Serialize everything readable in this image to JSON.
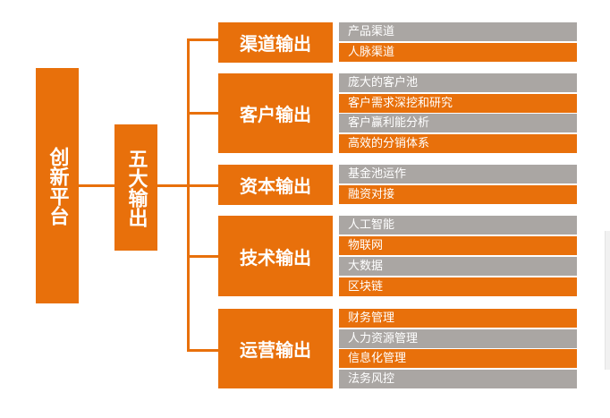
{
  "root": {
    "label": "创新平台"
  },
  "hub": {
    "label": "五大输出"
  },
  "colors": {
    "accent": "#e8700b",
    "muted": "#aaa6a3",
    "text": "#ffffff"
  },
  "categories": [
    {
      "label": "渠道输出",
      "items": [
        "产品渠道",
        "人脉渠道"
      ]
    },
    {
      "label": "客户输出",
      "items": [
        "庞大的客户池",
        "客户需求深挖和研究",
        "客户赢利能分析",
        "高效的分销体系"
      ]
    },
    {
      "label": "资本输出",
      "items": [
        "基金池运作",
        "融资对接"
      ]
    },
    {
      "label": "技术输出",
      "items": [
        "人工智能",
        "物联网",
        "大数据",
        "区块链"
      ]
    },
    {
      "label": "运营输出",
      "items": [
        "财务管理",
        "人力资源管理",
        "信息化管理",
        "法务风控"
      ]
    }
  ]
}
